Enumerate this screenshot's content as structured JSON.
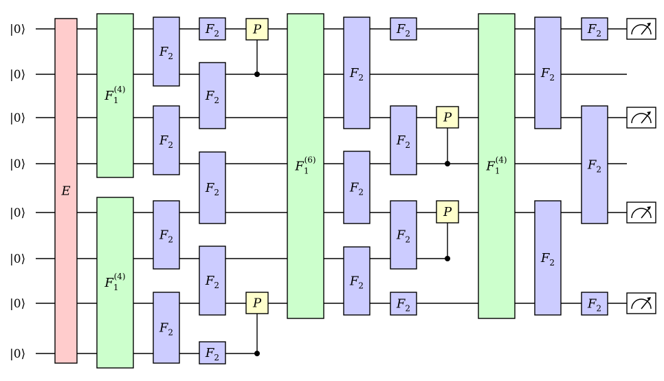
{
  "circuit": {
    "qubits": [
      {
        "label": "|0⟩"
      },
      {
        "label": "|0⟩"
      },
      {
        "label": "|0⟩"
      },
      {
        "label": "|0⟩"
      },
      {
        "label": "|0⟩"
      },
      {
        "label": "|0⟩"
      },
      {
        "label": "|0⟩"
      },
      {
        "label": "|0⟩"
      }
    ],
    "gates": [
      {
        "name": "gate-E",
        "kind": "E",
        "text": "E",
        "qubits": [
          0,
          7
        ]
      },
      {
        "name": "gate-F1-4-a",
        "kind": "F1",
        "text": "F",
        "sub": "1",
        "sup": "(4)",
        "qubits": [
          0,
          3
        ]
      },
      {
        "name": "gate-F1-4-b",
        "kind": "F1",
        "text": "F",
        "sub": "1",
        "sup": "(4)",
        "qubits": [
          4,
          7
        ]
      },
      {
        "name": "gate-F2-c1-01",
        "kind": "F2",
        "text": "F",
        "sub": "2",
        "qubits": [
          0,
          1
        ]
      },
      {
        "name": "gate-F2-c1-23",
        "kind": "F2",
        "text": "F",
        "sub": "2",
        "qubits": [
          2,
          3
        ]
      },
      {
        "name": "gate-F2-c1-45",
        "kind": "F2",
        "text": "F",
        "sub": "2",
        "qubits": [
          4,
          5
        ]
      },
      {
        "name": "gate-F2-c1-67",
        "kind": "F2",
        "text": "F",
        "sub": "2",
        "qubits": [
          6,
          7
        ]
      },
      {
        "name": "gate-F2-c2-0",
        "kind": "F2",
        "text": "F",
        "sub": "2",
        "qubits": [
          0,
          0
        ]
      },
      {
        "name": "gate-F2-c2-12",
        "kind": "F2",
        "text": "F",
        "sub": "2",
        "qubits": [
          1,
          2
        ]
      },
      {
        "name": "gate-F2-c2-34",
        "kind": "F2",
        "text": "F",
        "sub": "2",
        "qubits": [
          3,
          4
        ]
      },
      {
        "name": "gate-F2-c2-56",
        "kind": "F2",
        "text": "F",
        "sub": "2",
        "qubits": [
          5,
          6
        ]
      },
      {
        "name": "gate-F2-c2-7",
        "kind": "F2",
        "text": "F",
        "sub": "2",
        "qubits": [
          7,
          7
        ]
      },
      {
        "name": "gate-P-1",
        "kind": "P",
        "text": "P",
        "qubits": [
          0,
          0
        ],
        "control": 1
      },
      {
        "name": "gate-P-2",
        "kind": "P",
        "text": "P",
        "qubits": [
          6,
          6
        ],
        "control": 7
      },
      {
        "name": "gate-F1-6",
        "kind": "F1",
        "text": "F",
        "sub": "1",
        "sup": "(6)",
        "qubits": [
          0,
          6
        ]
      },
      {
        "name": "gate-F2-c3-01",
        "kind": "F2",
        "text": "F",
        "sub": "2",
        "qubits": [
          0,
          2
        ]
      },
      {
        "name": "gate-F2-c3-34",
        "kind": "F2",
        "text": "F",
        "sub": "2",
        "qubits": [
          3,
          4
        ]
      },
      {
        "name": "gate-F2-c3-56",
        "kind": "F2",
        "text": "F",
        "sub": "2",
        "qubits": [
          5,
          6
        ]
      },
      {
        "name": "gate-F2-c4-0",
        "kind": "F2",
        "text": "F",
        "sub": "2",
        "qubits": [
          0,
          0
        ]
      },
      {
        "name": "gate-F2-c4-23",
        "kind": "F2",
        "text": "F",
        "sub": "2",
        "qubits": [
          2,
          3
        ]
      },
      {
        "name": "gate-F2-c4-45",
        "kind": "F2",
        "text": "F",
        "sub": "2",
        "qubits": [
          4,
          5
        ]
      },
      {
        "name": "gate-F2-c4-6",
        "kind": "F2",
        "text": "F",
        "sub": "2",
        "qubits": [
          6,
          6
        ]
      },
      {
        "name": "gate-P-3",
        "kind": "P",
        "text": "P",
        "qubits": [
          2,
          2
        ],
        "control": 3
      },
      {
        "name": "gate-P-4",
        "kind": "P",
        "text": "P",
        "qubits": [
          4,
          4
        ],
        "control": 5
      },
      {
        "name": "gate-F1-4-c",
        "kind": "F1",
        "text": "F",
        "sub": "1",
        "sup": "(4)",
        "qubits": [
          0,
          6
        ]
      },
      {
        "name": "gate-F2-c5-02",
        "kind": "F2",
        "text": "F",
        "sub": "2",
        "qubits": [
          0,
          2
        ]
      },
      {
        "name": "gate-F2-c5-46",
        "kind": "F2",
        "text": "F",
        "sub": "2",
        "qubits": [
          4,
          6
        ]
      },
      {
        "name": "gate-F2-c6-0",
        "kind": "F2",
        "text": "F",
        "sub": "2",
        "qubits": [
          0,
          0
        ]
      },
      {
        "name": "gate-F2-c6-24",
        "kind": "F2",
        "text": "F",
        "sub": "2",
        "qubits": [
          2,
          4
        ]
      },
      {
        "name": "gate-F2-c6-6",
        "kind": "F2",
        "text": "F",
        "sub": "2",
        "qubits": [
          6,
          6
        ]
      }
    ],
    "measurements": [
      0,
      2,
      4,
      6
    ]
  }
}
